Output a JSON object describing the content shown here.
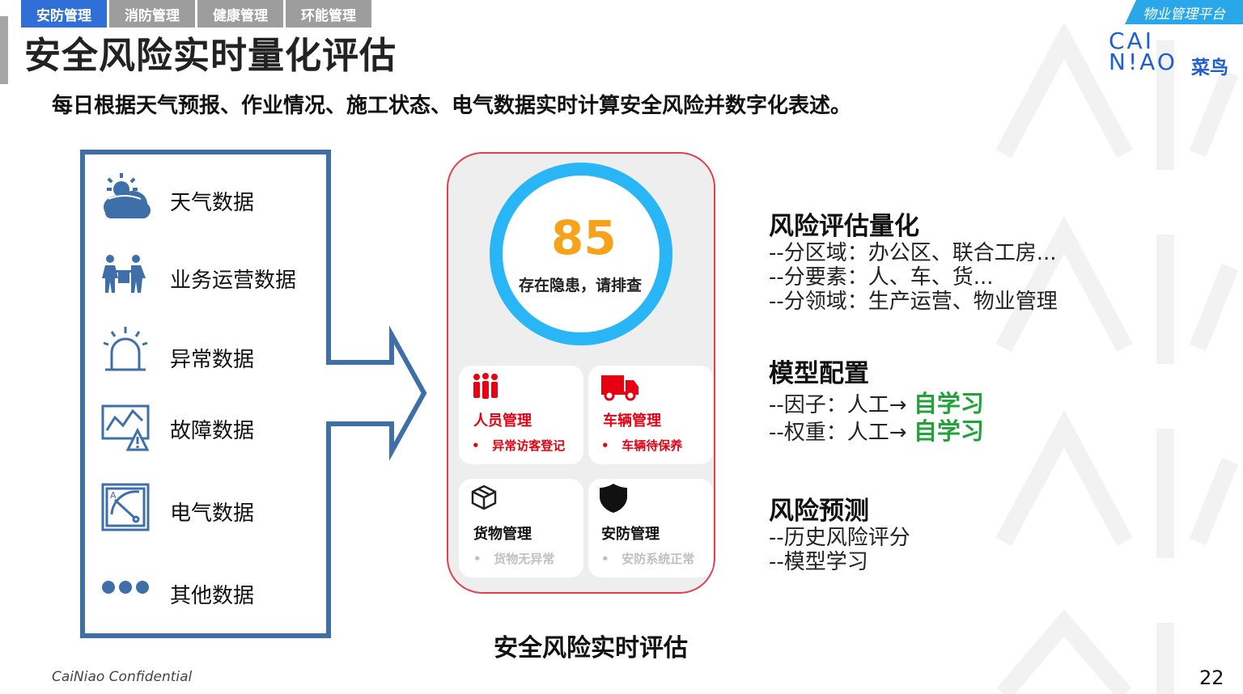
{
  "tabs": [
    {
      "label": "安防管理",
      "active": true
    },
    {
      "label": "消防管理",
      "active": false
    },
    {
      "label": "健康管理",
      "active": false
    },
    {
      "label": "环能管理",
      "active": false
    }
  ],
  "page_title": "安全风险实时量化评估",
  "subtitle": "每日根据天气预报、作业情况、施工状态、电气数据实时计算安全风险并数字化表述。",
  "platform_label": "物业管理平台",
  "logo": {
    "line1": "CAI",
    "line2": "N!AO",
    "cn": "菜鸟"
  },
  "data_sources": [
    {
      "label": "天气数据",
      "icon": "weather-icon"
    },
    {
      "label": "业务运营数据",
      "icon": "workers-icon"
    },
    {
      "label": "异常数据",
      "icon": "alarm-icon"
    },
    {
      "label": "故障数据",
      "icon": "fault-warning-icon"
    },
    {
      "label": "电气数据",
      "icon": "meter-icon"
    },
    {
      "label": "其他数据",
      "icon": "more-dots-icon"
    }
  ],
  "assessment": {
    "score": "85",
    "score_fraction": 0.85,
    "status_text": "存在隐患，请排查",
    "caption": "安全风险实时评估",
    "tiles": [
      {
        "title": "人员管理",
        "item": "异常访客登记",
        "alert": true,
        "icon": "people-icon"
      },
      {
        "title": "车辆管理",
        "item": "车辆待保养",
        "alert": true,
        "icon": "truck-icon"
      },
      {
        "title": "货物管理",
        "item": "货物无异常",
        "alert": false,
        "icon": "box-icon"
      },
      {
        "title": "安防管理",
        "item": "安防系统正常",
        "alert": false,
        "icon": "shield-icon"
      }
    ]
  },
  "right_panel": {
    "risk_quant": {
      "heading": "风险评估量化",
      "lines": [
        "--分区域：办公区、联合工房...",
        "--分要素：人、车、货...",
        "--分领域：生产运营、物业管理"
      ]
    },
    "model_config": {
      "heading": "模型配置",
      "lines": [
        {
          "text": "--因子：人工→ ",
          "highlight": "自学习"
        },
        {
          "text": "--权重：人工→ ",
          "highlight": "自学习"
        }
      ]
    },
    "risk_predict": {
      "heading": "风险预测",
      "lines": [
        "--历史风险评分",
        "--模型学习"
      ]
    }
  },
  "colors": {
    "accent_blue": "#2f6fd6",
    "ring": "#29b6f6",
    "score": "#f7a21b",
    "alert_red": "#e60012",
    "ok_gray": "#c0c0c0",
    "green": "#22a33a",
    "frame_blue": "#3e6fa8"
  },
  "footer": "CaiNiao Confidential",
  "page_number": "22"
}
